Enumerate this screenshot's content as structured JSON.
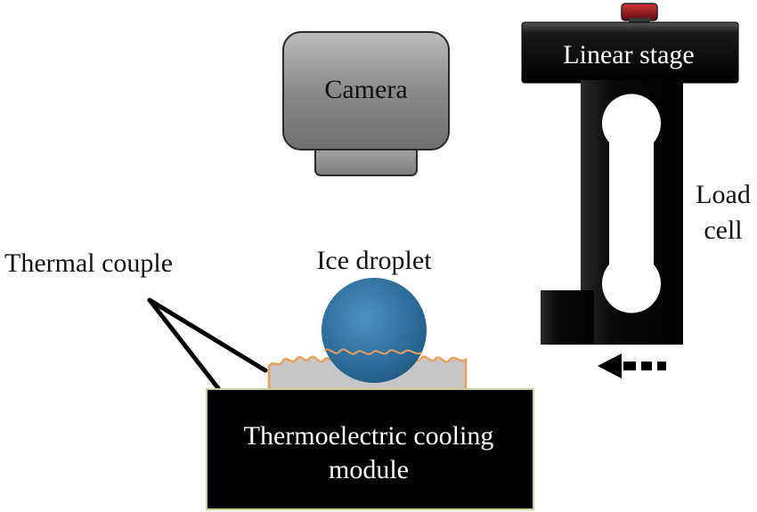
{
  "labels": {
    "camera": "Camera",
    "linear_stage": "Linear stage",
    "load_cell_line1": "Load",
    "load_cell_line2": "cell",
    "thermal_couple": "Thermal couple",
    "ice_droplet": "Ice droplet",
    "cooling_line1": "Thermoelectric cooling",
    "cooling_line2": "module"
  },
  "colors": {
    "camera_body": "#7a7a7a",
    "camera_lens": "#8c8c8c",
    "stage_black": "#0b0b0b",
    "knob_red": "#b0121b",
    "droplet_blue": "#2f6f9e",
    "substrate_gray": "#c6c6c6",
    "interface_orange": "#e9a15a",
    "module_border": "#c9cf9a"
  },
  "icons": {
    "arrow": "dashed-left-arrow-icon"
  }
}
